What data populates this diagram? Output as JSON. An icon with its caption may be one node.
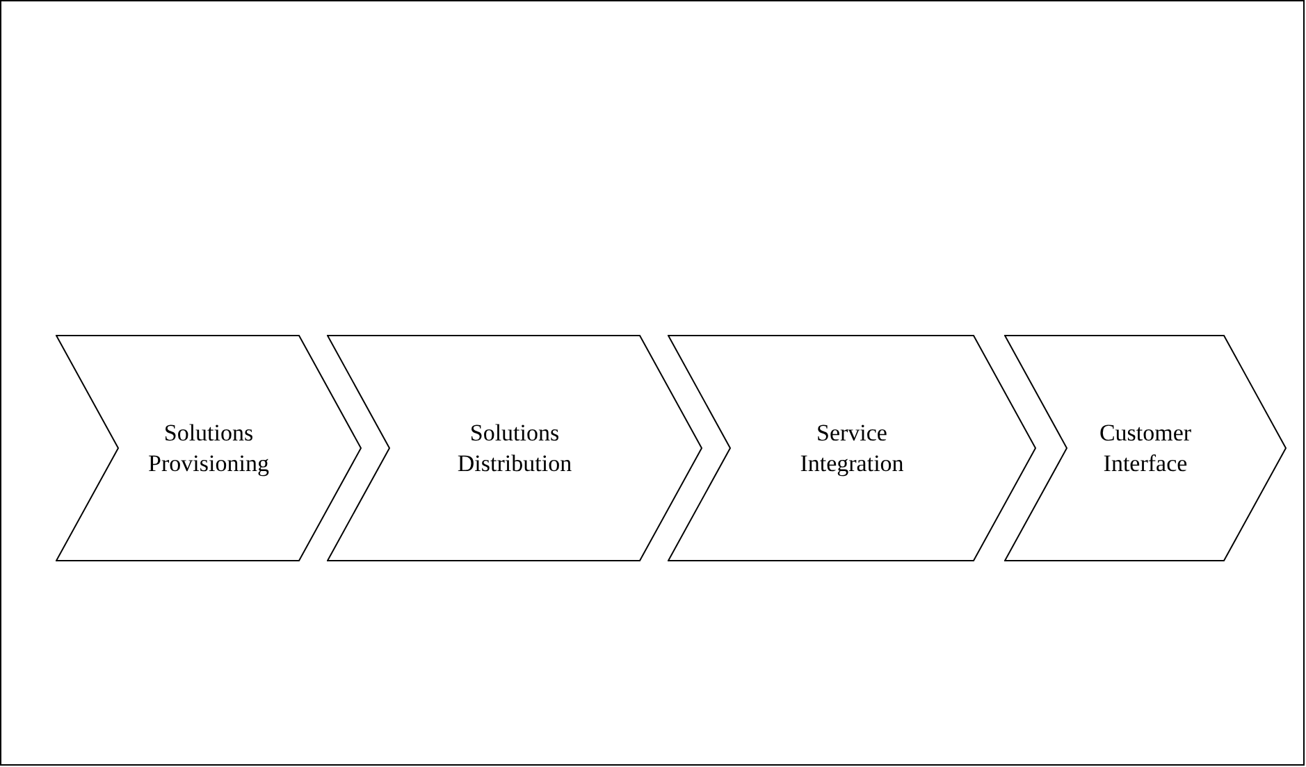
{
  "diagram": {
    "nodes": [
      {
        "text": [
          "Solutions Provisioning"
        ]
      },
      {
        "text": [
          "Solutions Distribution"
        ]
      },
      {
        "text": [
          "Service Integration"
        ]
      },
      {
        "text": [
          "Customer Interface"
        ]
      }
    ]
  }
}
